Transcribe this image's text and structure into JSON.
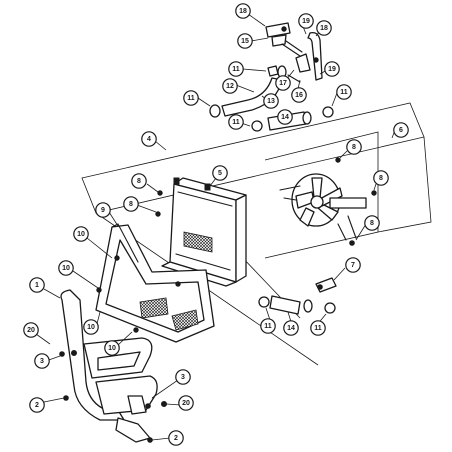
{
  "callouts": [
    {
      "label": "18"
    },
    {
      "label": "19"
    },
    {
      "label": "18"
    },
    {
      "label": "15"
    },
    {
      "label": "11"
    },
    {
      "label": "17"
    },
    {
      "label": "19"
    },
    {
      "label": "12"
    },
    {
      "label": "13"
    },
    {
      "label": "16"
    },
    {
      "label": "11"
    },
    {
      "label": "11"
    },
    {
      "label": "11"
    },
    {
      "label": "14"
    },
    {
      "label": "4"
    },
    {
      "label": "6"
    },
    {
      "label": "8"
    },
    {
      "label": "5"
    },
    {
      "label": "8"
    },
    {
      "label": "8"
    },
    {
      "label": "8"
    },
    {
      "label": "8"
    },
    {
      "label": "9"
    },
    {
      "label": "10"
    },
    {
      "label": "10"
    },
    {
      "label": "7"
    },
    {
      "label": "1"
    },
    {
      "label": "11"
    },
    {
      "label": "14"
    },
    {
      "label": "11"
    },
    {
      "label": "10"
    },
    {
      "label": "10"
    },
    {
      "label": "20"
    },
    {
      "label": "3"
    },
    {
      "label": "3"
    },
    {
      "label": "2"
    },
    {
      "label": "20"
    },
    {
      "label": "2"
    }
  ]
}
